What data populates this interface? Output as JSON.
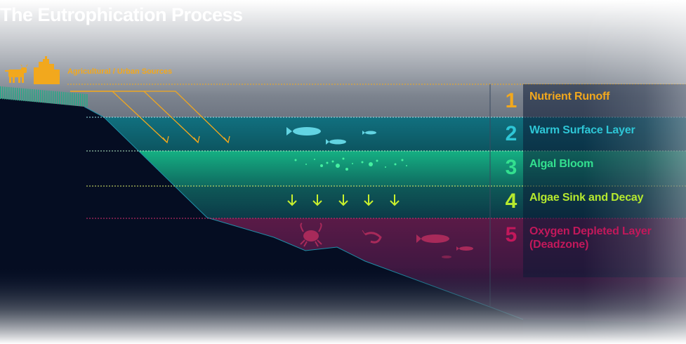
{
  "title": "The Eutrophication Process",
  "source_label": "Agricultural / Urban Sources",
  "layers": [
    {
      "number": "1",
      "label": "Nutrient Runoff",
      "color": "#f2a81d"
    },
    {
      "number": "2",
      "label": "Warm Surface Layer",
      "color": "#2ec6d6"
    },
    {
      "number": "3",
      "label": "Algal Bloom",
      "color": "#33e08f"
    },
    {
      "number": "4",
      "label": "Algae Sink and Decay",
      "color": "#b6ea2e"
    },
    {
      "number": "5",
      "label": "Oxygen Depleted Layer (Deadzone)",
      "color": "#c2185b"
    }
  ],
  "icons": {
    "sources": [
      "cow-icon",
      "city-buildings-icon"
    ],
    "surface": [
      "fish-icon"
    ],
    "algae": [
      "algae-dots-icon"
    ],
    "sinking": [
      "down-arrow-icon"
    ],
    "deadzone": [
      "crab-icon",
      "shrimp-icon",
      "dead-fish-icon"
    ]
  },
  "colors": {
    "background": "#050d22",
    "runoff": "#f2a81d",
    "surface": "#2ec6d6",
    "algae": "#33e08f",
    "sink": "#b6ea2e",
    "deadzone": "#c2185b"
  }
}
